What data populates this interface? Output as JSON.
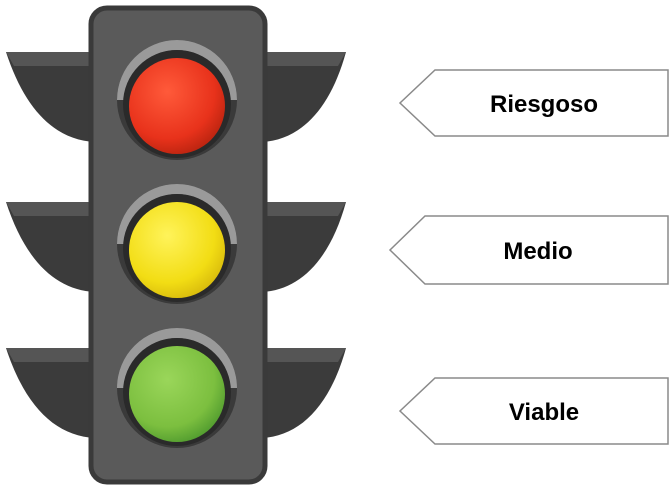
{
  "labels": {
    "top": "Riesgoso",
    "middle": "Medio",
    "bottom": "Viable"
  },
  "colors": {
    "housing": "#5a5a5a",
    "housing_border": "#3a3a3a",
    "visor": "#2f2f2f",
    "red_light": "#e8321b",
    "yellow_light": "#f2dd14",
    "green_light": "#7cbf3f",
    "tag_border": "#8a8a8a"
  }
}
